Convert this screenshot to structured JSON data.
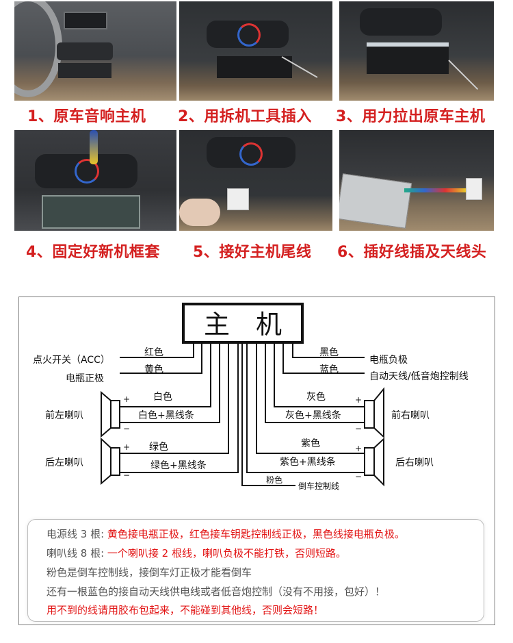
{
  "steps": [
    {
      "number": "1、",
      "text": "原车音响主机"
    },
    {
      "number": "2、",
      "text": "用拆机工具插入"
    },
    {
      "number": "3、",
      "text": "用力拉出原车主机"
    },
    {
      "number": "4、",
      "text": "固定好新机框套"
    },
    {
      "number": "5、",
      "text": "接好主机尾线"
    },
    {
      "number": "6、",
      "text": "插好线插及天线头"
    }
  ],
  "diagram": {
    "head_unit": "主　机",
    "left": {
      "acc_label": "点火开关（ACC）",
      "battery_pos_label": "电瓶正极",
      "red_wire": "红色",
      "yellow_wire": "黄色",
      "front_left_speaker": "前左喇叭",
      "rear_left_speaker": "后左喇叭",
      "white_wire": "白色",
      "white_black_wire": "白色+黑线条",
      "green_wire": "绿色",
      "green_black_wire": "绿色+黑线条"
    },
    "right": {
      "battery_neg_label": "电瓶负极",
      "antenna_label": "自动天线/低音炮控制线",
      "black_wire": "黑色",
      "blue_wire": "蓝色",
      "front_right_speaker": "前右喇叭",
      "rear_right_speaker": "后右喇叭",
      "grey_wire": "灰色",
      "grey_black_wire": "灰色+黑线条",
      "purple_wire": "紫色",
      "purple_black_wire": "紫色+黑线条",
      "pink_wire": "粉色",
      "reverse_label": "倒车控制线"
    },
    "plus": "+",
    "minus": "−"
  },
  "notes": {
    "line1_prefix": "电源线 3 根: ",
    "line1_red": "黄色接电瓶正极，红色接车钥匙控制线正极，黑色线接电瓶负极。",
    "line2_prefix": "喇叭线 8 根: ",
    "line2_red": "一个喇叭接 2 根线，喇叭负极不能打铁，否则短路。",
    "line3": "粉色是倒车控制线，接倒车灯正极才能看倒车",
    "line4": "还有一根蓝色的接自动天线供电线或者低音炮控制（没有不用接，包好）！",
    "line5": "用不到的线请用胶布包起来，不能碰到其他线，否则会短路！"
  },
  "colors": {
    "caption_red": "#d42020",
    "note_red": "#e21414",
    "note_gray": "#555555"
  }
}
